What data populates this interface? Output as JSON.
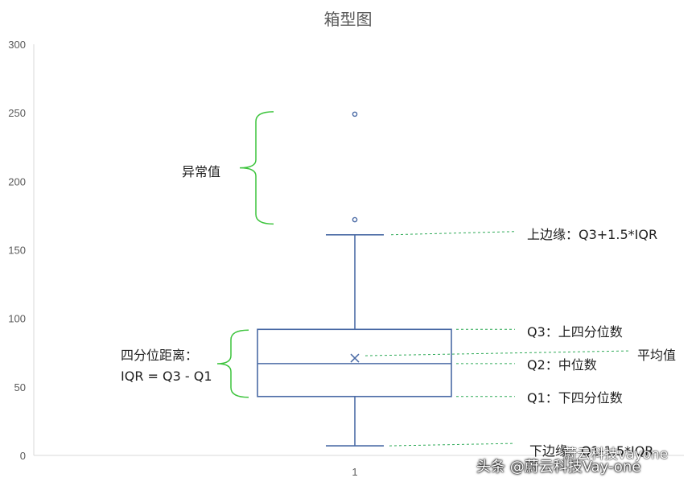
{
  "chart_data": {
    "type": "boxplot",
    "title": "箱型图",
    "ylim": [
      0,
      300
    ],
    "y_ticks": [
      0,
      50,
      100,
      150,
      200,
      250,
      300
    ],
    "categories": [
      "1"
    ],
    "grid": false,
    "box": {
      "lower_whisker": 7,
      "q1": 43,
      "median": 67,
      "q3": 92,
      "upper_whisker": 161,
      "mean": 71,
      "outliers": [
        172,
        249
      ]
    },
    "colors": {
      "box": "#4a6aa5",
      "brace": "#3cc43c",
      "leader": "#2eaa57",
      "axis": "#d9d9d9",
      "tick_text": "#595959"
    },
    "annotations": {
      "outliers": "异常值",
      "upper": "上边缘：Q3+1.5*IQR",
      "q3": "Q3：上四分位数",
      "median": "Q2：中位数",
      "mean": "平均值",
      "q1": "Q1：下四分位数",
      "lower": "下边缘：Q1-1.5*IQR",
      "iqr_line1": "四分位距离：",
      "iqr_line2": "IQR = Q3 - Q1"
    }
  },
  "watermark": {
    "text": "头条 @蔚云科技Vay-one",
    "overlay": "蔚云科技vayone"
  }
}
